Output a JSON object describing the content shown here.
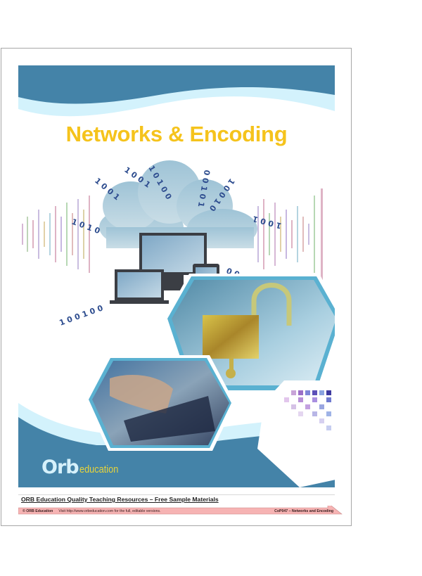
{
  "cover": {
    "title": "Networks & Encoding",
    "logo": {
      "primary": "Orb",
      "secondary": "education"
    },
    "colors": {
      "band_dark": "#4483a8",
      "band_light": "#d3f2fc",
      "title": "#f5c31c",
      "hex_frame": "#5ab1d1",
      "logo_secondary": "#e8d43a"
    },
    "images": [
      {
        "name": "cloud-devices-binary-illustration",
        "description": "Cloud with radiating binary digits, monitor, laptop, tablet and phone over colorful sound waveform"
      },
      {
        "name": "padlock-circuit-image",
        "description": "Open gold padlock with key on circuit board background"
      },
      {
        "name": "typing-keyboard-image",
        "description": "Hands typing on backlit keyboard with data overlay"
      },
      {
        "name": "pixel-mosaic-image",
        "description": "Purple and blue pixel mosaic squares"
      }
    ]
  },
  "footer": {
    "heading": "ORB Education Quality Teaching Resources – Free Sample Materials",
    "copyright": "© ORB Education",
    "visit_text": "Visit http://www.orbeducation.com for the full, editable versions.",
    "product_code": "CoP047 – Networks and Encoding",
    "bar_color": "#f6b3b3"
  }
}
